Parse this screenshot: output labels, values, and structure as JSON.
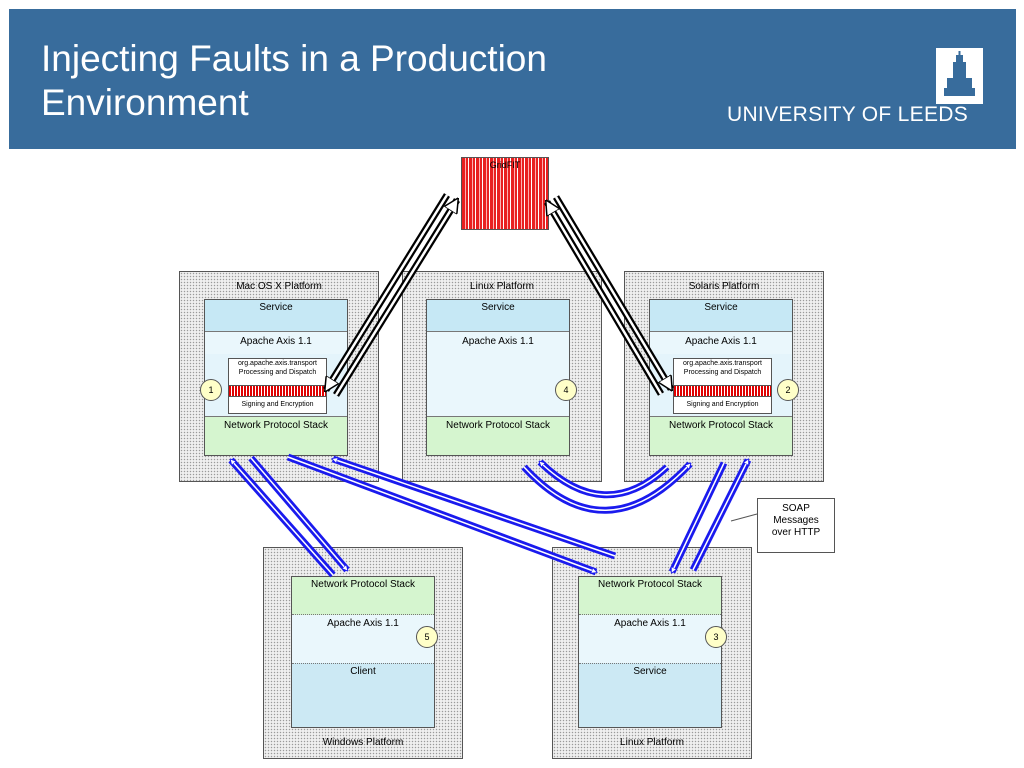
{
  "header": {
    "title_line1": "Injecting Faults in a Production",
    "title_line2": "Environment",
    "university": "UNIVERSITY OF LEEDS",
    "background_color": "#386c9c"
  },
  "fault_injector": {
    "label": "GridFIT"
  },
  "platforms": {
    "macos": {
      "label": "Mac OS X Platform",
      "service": "Service",
      "axis": "Apache Axis 1.1",
      "transport": "org.apache.axis.transport",
      "processing": "Processing and Dispatch",
      "signing": "Signing and Encryption",
      "network": "Network Protocol Stack",
      "marker": "1"
    },
    "linux_top": {
      "label": "Linux Platform",
      "service": "Service",
      "axis": "Apache Axis 1.1",
      "network": "Network Protocol Stack",
      "marker": "4"
    },
    "solaris": {
      "label": "Solaris Platform",
      "service": "Service",
      "axis": "Apache Axis 1.1",
      "transport": "org.apache.axis.transport",
      "processing": "Processing and Dispatch",
      "signing": "Signing and Encryption",
      "network": "Network Protocol Stack",
      "marker": "2"
    },
    "windows": {
      "label": "Windows Platform",
      "network": "Network Protocol Stack",
      "axis": "Apache Axis 1.1",
      "client": "Client",
      "marker": "5"
    },
    "linux_bottom": {
      "label": "Linux Platform",
      "network": "Network Protocol Stack",
      "axis": "Apache Axis 1.1",
      "service": "Service",
      "marker": "3"
    }
  },
  "callout": {
    "line1": "SOAP",
    "line2": "Messages",
    "line3": "over HTTP"
  },
  "colors": {
    "soap_arrow": "#1a1aee",
    "fault_channel": "#000000",
    "fault_injector": "#e82020"
  }
}
